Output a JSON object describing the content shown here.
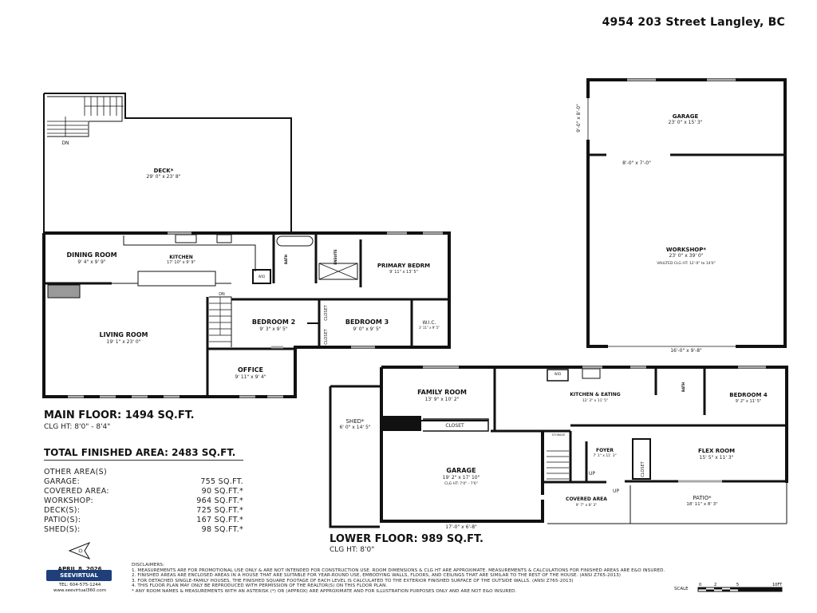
{
  "header": {
    "address": "4954 203 Street Langley, BC"
  },
  "main_floor": {
    "title": "MAIN FLOOR: 1494 SQ.FT.",
    "ceiling": "CLG HT: 8'0\" - 8'4\"",
    "rooms": {
      "deck": {
        "name": "DECK*",
        "dim": "29' 0\" x 23' 8\""
      },
      "dining": {
        "name": "DINING ROOM",
        "dim": "9' 4\" x 9' 9\""
      },
      "kitchen": {
        "name": "KITCHEN",
        "dim": "17' 10\" x 9' 9\""
      },
      "living": {
        "name": "LIVING ROOM",
        "dim": "19' 1\" x 23' 0\""
      },
      "office": {
        "name": "OFFICE",
        "dim": "9' 11\" x 9' 4\""
      },
      "bedroom2": {
        "name": "BEDROOM 2",
        "dim": "9' 3\" x 9' 5\""
      },
      "bedroom3": {
        "name": "BEDROOM 3",
        "dim": "9' 0\" x 9' 5\""
      },
      "primary": {
        "name": "PRIMARY BEDRM",
        "dim": "9' 11\" x 13' 5\""
      },
      "wic": {
        "name": "W.I.C.",
        "dim": "3' 11\" x 9' 5\""
      },
      "bath": {
        "name": "BATH"
      },
      "ensuite": {
        "name": "ENSUITE"
      },
      "closet": {
        "name": "CLOSET"
      },
      "wd": {
        "name": "W/D"
      },
      "dn": "DN"
    }
  },
  "outbuilding": {
    "garage": {
      "name": "GARAGE",
      "dim": "23' 0\" x 15' 3\""
    },
    "workshop": {
      "name": "WORKSHOP*",
      "dim": "23' 0\" x 39' 0\"",
      "note": "VAULTED CLG HT:  12'-0\" to 14'0\""
    },
    "door_side": "9'-0\" x 8'-0\"",
    "door_mid": "8'-0\" x 7'-0\"",
    "door_bottom": "16'-0\" x 9'-8\""
  },
  "lower_floor": {
    "title": "LOWER FLOOR: 989 SQ.FT.",
    "ceiling": "CLG HT: 8'0\"",
    "rooms": {
      "family": {
        "name": "FAMILY ROOM",
        "dim": "13' 9\" x 10' 2\""
      },
      "closet": {
        "name": "CLOSET"
      },
      "shed": {
        "name": "SHED*",
        "dim": "6' 0\" x 14' 5\""
      },
      "kitchen": {
        "name": "KITCHEN & EATING",
        "dim": "12' 3\" x 11' 5\""
      },
      "bedroom4": {
        "name": "BEDROOM 4",
        "dim": "9' 2\" x 11' 5\""
      },
      "garage": {
        "name": "GARAGE",
        "dim": "19' 2\" x 17' 10\"",
        "note": "CLG HT:  7'0\" - 7'6\""
      },
      "garage_door": "17'-0\" x 6'-8\"",
      "storage": {
        "name": "STORAGE"
      },
      "foyer": {
        "name": "FOYER",
        "dim": "7' 1\" x 11' 3\""
      },
      "flex": {
        "name": "FLEX ROOM",
        "dim": "15' 5\" x 11' 3\""
      },
      "covered": {
        "name": "COVERED AREA",
        "dim": "9' 7\" x 8' 3\""
      },
      "patio": {
        "name": "PATIO*",
        "dim": "18' 11\" x 8' 3\""
      },
      "closet2": {
        "name": "CLOSET"
      },
      "bath": {
        "name": "BATH"
      },
      "wd": {
        "name": "W/D"
      },
      "up1": "UP",
      "up2": "UP"
    }
  },
  "summary": {
    "total": "TOTAL FINISHED AREA:  2483 SQ.FT.",
    "other_header": "OTHER AREA(S)",
    "rows": [
      {
        "label": "GARAGE:",
        "value": "755 SQ.FT."
      },
      {
        "label": "COVERED AREA:",
        "value": "90 SQ.FT.*"
      },
      {
        "label": "WORKSHOP:",
        "value": "964 SQ.FT.*"
      },
      {
        "label": "DECK(S):",
        "value": "725 SQ.FT.*"
      },
      {
        "label": "PATIO(S):",
        "value": "167 SQ.FT.*"
      },
      {
        "label": "SHED(S):",
        "value": "98 SQ.FT.*"
      }
    ]
  },
  "footer": {
    "date": "APRIL 8, 2026",
    "brand": "SEEVIRTUAL",
    "tel": "TEL: 604-575-1244",
    "web": "www.seevirtual360.com",
    "disclaimer_title": "DISCLAIMERS:",
    "disclaimers": [
      "1. MEASUREMENTS ARE FOR PROMOTIONAL USE ONLY & ARE NOT INTENDED FOR CONSTRUCTION USE. ROOM DIMENSIONS & CLG HT ARE APPROXIMATE. MEASUREMENTS & CALCULATIONS FOR FINISHED AREAS ARE E&O INSURED.",
      "2. FINISHED AREAS ARE ENCLOSED AREAS IN A HOUSE THAT ARE SUITABLE FOR YEAR-ROUND USE, EMBODYING WALLS, FLOORS, AND CEILINGS THAT ARE SIMILAR TO THE REST OF THE HOUSE. (ANSI Z765-2013)",
      "3. FOR DETACHED SINGLE-FAMILY HOUSES, THE FINISHED SQUARE FOOTAGE OF EACH LEVEL IS CALCULATED TO THE EXTERIOR FINISHED SURFACE OF THE OUTSIDE WALLS. (ANSI Z765-2013)",
      "4. THIS FLOOR PLAN MAY ONLY BE REPRODUCED WITH PERMISSION OF THE REALTOR(S) ON THIS FLOOR PLAN.",
      "* ANY ROOM NAMES & MEASUREMENTS WITH AN ASTERISK (*) OR (APPROX) ARE APPROXIMATE AND FOR ILLUSTRATION PURPOSES ONLY AND ARE NOT E&O INSURED."
    ],
    "scale": {
      "label": "SCALE",
      "ticks": [
        "0",
        "2",
        "5",
        "10FT"
      ]
    }
  }
}
